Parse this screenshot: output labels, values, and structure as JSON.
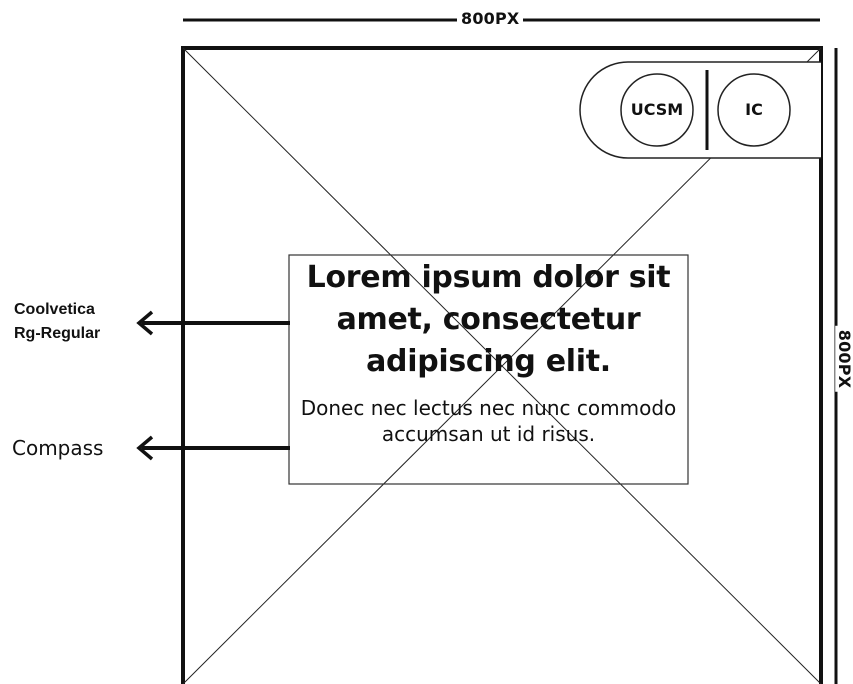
{
  "dimensions": {
    "width_label": "800PX",
    "height_label": "800PX"
  },
  "badges": {
    "left": "UCSM",
    "right": "IC"
  },
  "content": {
    "headline": "Lorem ipsum dolor sit amet, consectetur adipiscing elit.",
    "body": "Donec nec lectus nec nunc commodo accumsan ut id risus."
  },
  "annotations": {
    "headline_font_line1": "Coolvetica",
    "headline_font_line2": "Rg-Regular",
    "body_font": "Compass"
  },
  "colors": {
    "stroke": "#111111",
    "background": "#ffffff"
  },
  "icons": [
    "placeholder-cross",
    "arrow-left-icon",
    "arrow-left-icon"
  ]
}
